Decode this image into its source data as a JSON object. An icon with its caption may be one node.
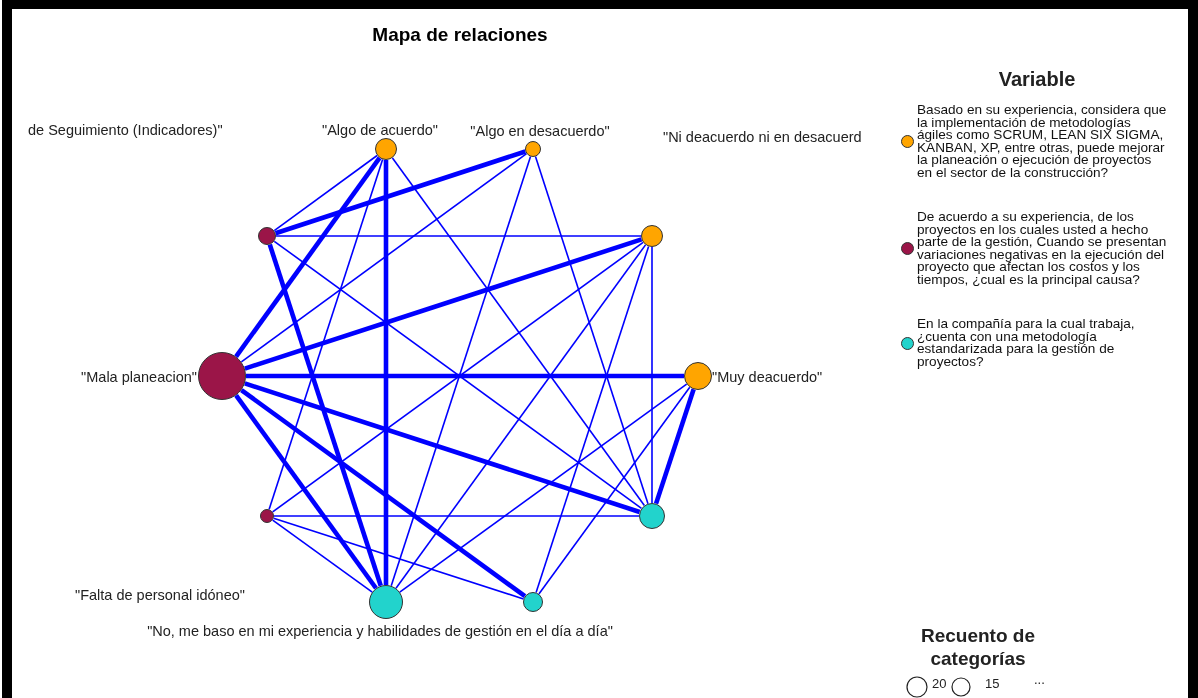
{
  "diagram": {
    "title": "Mapa de relaciones",
    "nodes": [
      {
        "text": [
          "\"Algo de acuerdo\""
        ]
      },
      {
        "text": [
          "\"Algo en desacuerdo\""
        ]
      },
      {
        "text": [],
        "shape": "circle"
      },
      {
        "text": [
          "\"Muy deacuerdo\""
        ]
      },
      {
        "text": [],
        "shape": "circle"
      },
      {
        "text": [],
        "shape": "circle"
      },
      {
        "text": [
          "\"No, me baso en mi experiencia y habilidades de gestión en el día a día\""
        ]
      },
      {
        "text": [
          "\"Falta de personal idóneo\""
        ]
      },
      {
        "text": [
          "\"Mala planeacion\""
        ]
      },
      {
        "text": [],
        "shape": "circle"
      }
    ],
    "edges": [
      {
        "from": 0,
        "to": 9,
        "arrow": "none"
      },
      {
        "from": 0,
        "to": 8,
        "arrow": "none",
        "style": "thick"
      },
      {
        "from": 0,
        "to": 7,
        "arrow": "none"
      },
      {
        "from": 0,
        "to": 6,
        "arrow": "none",
        "style": "thick"
      },
      {
        "from": 0,
        "to": 4,
        "arrow": "none"
      },
      {
        "from": 1,
        "to": 9,
        "arrow": "none",
        "style": "thick"
      },
      {
        "from": 1,
        "to": 8,
        "arrow": "none"
      },
      {
        "from": 1,
        "to": 6,
        "arrow": "none"
      },
      {
        "from": 1,
        "to": 4,
        "arrow": "none"
      },
      {
        "from": 2,
        "to": 9,
        "arrow": "none"
      },
      {
        "from": 2,
        "to": 8,
        "arrow": "none",
        "style": "thick"
      },
      {
        "from": 2,
        "to": 7,
        "arrow": "none"
      },
      {
        "from": 2,
        "to": 6,
        "arrow": "none"
      },
      {
        "from": 2,
        "to": 5,
        "arrow": "none"
      },
      {
        "from": 2,
        "to": 4,
        "arrow": "none"
      },
      {
        "from": 3,
        "to": 8,
        "arrow": "none",
        "style": "thick"
      },
      {
        "from": 3,
        "to": 6,
        "arrow": "none"
      },
      {
        "from": 3,
        "to": 5,
        "arrow": "none"
      },
      {
        "from": 3,
        "to": 4,
        "arrow": "none",
        "style": "thick"
      },
      {
        "from": 9,
        "to": 6,
        "arrow": "none",
        "style": "thick"
      },
      {
        "from": 9,
        "to": 4,
        "arrow": "none"
      },
      {
        "from": 8,
        "to": 6,
        "arrow": "none",
        "style": "thick"
      },
      {
        "from": 8,
        "to": 5,
        "arrow": "none",
        "style": "thick"
      },
      {
        "from": 8,
        "to": 4,
        "arrow": "none",
        "style": "thick"
      },
      {
        "from": 7,
        "to": 6,
        "arrow": "none"
      },
      {
        "from": 7,
        "to": 5,
        "arrow": "none"
      },
      {
        "from": 7,
        "to": 4,
        "arrow": "none"
      }
    ],
    "labels": [
      "Variable",
      "de Seguimiento (Indicadores)\"",
      "\"Ni deacuerdo ni en desacuerd",
      "Recuento de categorías",
      "20",
      "15",
      "..."
    ],
    "legend": [
      {
        "text": "Basado en su experiencia, considera que la implementación de metodologías ágiles como SCRUM, LEAN SIX SIGMA, KANBAN, XP, entre otras, puede mejorar la planeación o ejecución de proyectos en el sector de la construcción?",
        "color": "#ffa500"
      },
      {
        "text": "De acuerdo a su experiencia, de los proyectos en los cuales usted a hecho parte de la gestión, Cuando se presentan variaciones negativas en la ejecución del proyecto que afectan los costos y los tiempos, ¿cual es la principal causa?",
        "color": "#9b1548"
      },
      {
        "text": "En la compañía para la cual trabaja, ¿cuenta con una metodología estandarizada para la gestión de proyectos?",
        "color": "#22d3cc"
      }
    ]
  }
}
